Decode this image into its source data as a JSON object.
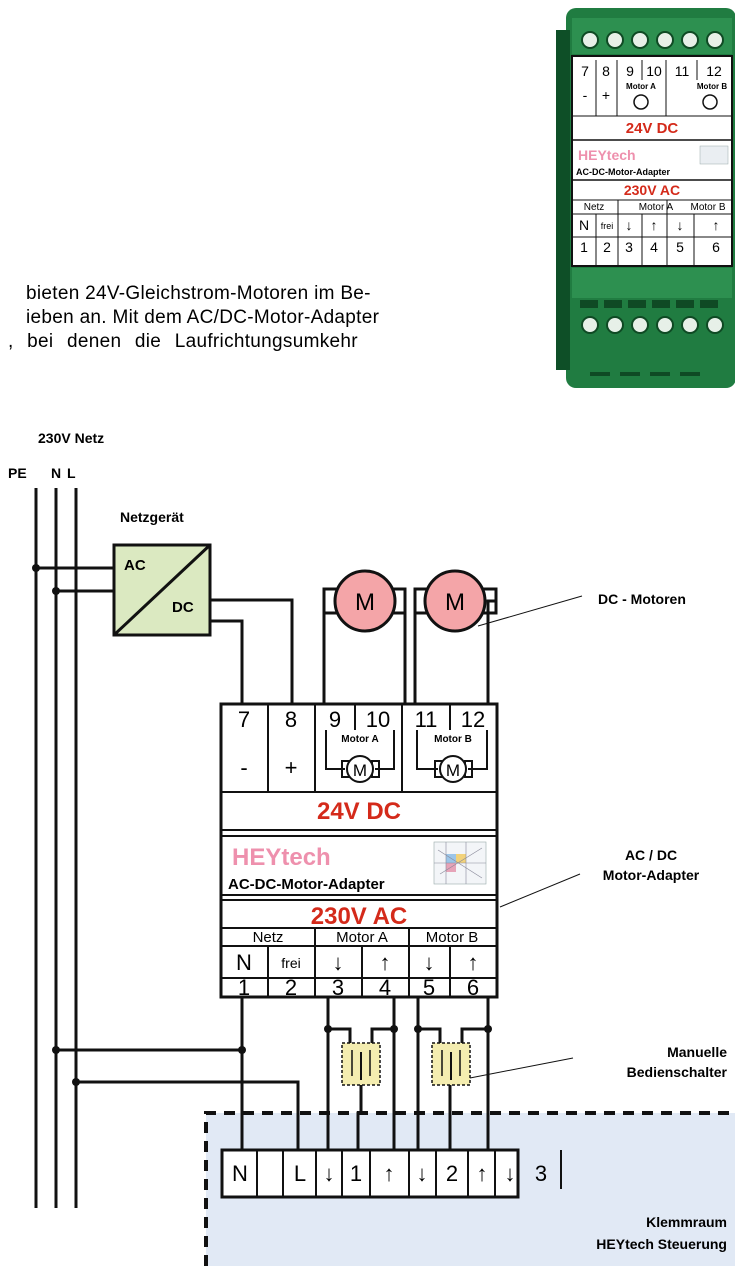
{
  "intro_lines": [
    "bieten 24V-Gleichstrom-Motoren im Be-",
    "ieben an. Mit dem AC/DC-Motor-Adapter",
    ", bei denen die Laufrichtungsumkehr"
  ],
  "mains": {
    "title": "230V Netz",
    "pe": "PE",
    "n": "N",
    "l": "L"
  },
  "psu": {
    "title": "Netzgerät",
    "ac": "AC",
    "dc": "DC"
  },
  "motors": {
    "glyph": "M",
    "label": "DC - Motoren"
  },
  "adapter": {
    "top_terminals": [
      "7",
      "8",
      "9",
      "10",
      "11",
      "12"
    ],
    "minus": "-",
    "plus": "+",
    "motor_a": "Motor A",
    "motor_b": "Motor B",
    "motor_glyph": "M",
    "voltage_dc": "24V DC",
    "brand": "HEYtech",
    "product": "AC-DC-Motor-Adapter",
    "voltage_ac": "230V AC",
    "group_netz": "Netz",
    "group_motor_a": "Motor A",
    "group_motor_b": "Motor B",
    "n": "N",
    "frei": "frei",
    "down": "↓",
    "up": "↑",
    "bottom_terminals": [
      "1",
      "2",
      "3",
      "4",
      "5",
      "6"
    ]
  },
  "labels": {
    "adapter_1": "AC / DC",
    "adapter_2": "Motor-Adapter",
    "switch_1": "Manuelle",
    "switch_2": "Bedienschalter",
    "klemm_1": "Klemmraum",
    "klemm_2": "HEYtech Steuerung"
  },
  "klemm": {
    "n": "N",
    "l": "L",
    "one": "1",
    "two": "2",
    "three": "3"
  },
  "colors": {
    "red": "#d42a1a",
    "pink": "#ee90ad",
    "motor": "#f4a5a8",
    "psu": "#dbe9c1",
    "switch": "#f4edb0",
    "klemm_bg": "#e1e9f5",
    "housing": "#1e7a3c"
  }
}
